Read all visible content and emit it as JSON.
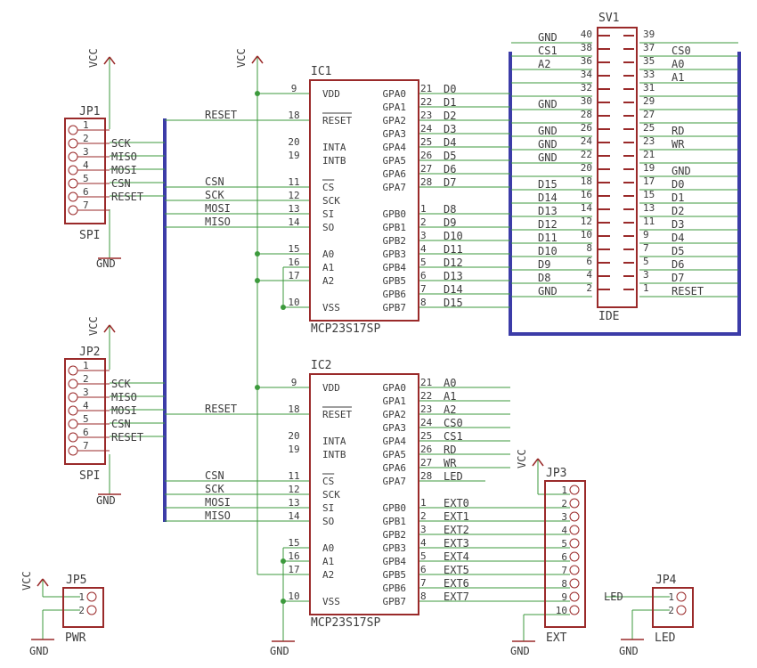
{
  "parts": {
    "jp1": {
      "name": "JP1",
      "label": "SPI",
      "pins": [
        "1",
        "2",
        "3",
        "4",
        "5",
        "6",
        "7"
      ],
      "vcc": "VCC",
      "gnd": "GND"
    },
    "jp2": {
      "name": "JP2",
      "label": "SPI",
      "pins": [
        "1",
        "2",
        "3",
        "4",
        "5",
        "6",
        "7"
      ],
      "vcc": "VCC",
      "gnd": "GND"
    },
    "jp5": {
      "name": "JP5",
      "label": "PWR",
      "pins": [
        "1",
        "2"
      ],
      "vcc": "VCC",
      "gnd": "GND"
    },
    "jp4": {
      "name": "JP4",
      "label": "LED",
      "pins": [
        "1",
        "2"
      ],
      "gnd": "GND",
      "net": "LED"
    },
    "jp3": {
      "name": "JP3",
      "label": "EXT",
      "pins": [
        "1",
        "2",
        "3",
        "4",
        "5",
        "6",
        "7",
        "8",
        "9",
        "10"
      ],
      "vcc": "VCC",
      "gnd": "GND"
    },
    "sv1": {
      "name": "SV1",
      "label": "IDE"
    },
    "ic1": {
      "name": "IC1",
      "part": "MCP23S17SP",
      "vcc": "VCC",
      "gnd": "GND"
    },
    "ic2": {
      "name": "IC2",
      "part": "MCP23S17SP",
      "vcc": "VCC",
      "gnd": "GND"
    }
  },
  "spi_nets": [
    "SCK",
    "MISO",
    "MOSI",
    "CSN",
    "RESET"
  ],
  "ic_left_pins": [
    {
      "num": "9",
      "name": "VDD"
    },
    {
      "num": "18",
      "name": "RESET"
    },
    {
      "num": "20",
      "name": "INTA"
    },
    {
      "num": "19",
      "name": "INTB"
    },
    {
      "num": "11",
      "name": "CS"
    },
    {
      "num": "12",
      "name": "SCK"
    },
    {
      "num": "13",
      "name": "SI"
    },
    {
      "num": "14",
      "name": "SO"
    },
    {
      "num": "15",
      "name": "A0"
    },
    {
      "num": "16",
      "name": "A1"
    },
    {
      "num": "17",
      "name": "A2"
    },
    {
      "num": "10",
      "name": "VSS"
    }
  ],
  "ic_right_pins": [
    {
      "num": "21",
      "name": "GPA0"
    },
    {
      "num": "22",
      "name": "GPA1"
    },
    {
      "num": "23",
      "name": "GPA2"
    },
    {
      "num": "24",
      "name": "GPA3"
    },
    {
      "num": "25",
      "name": "GPA4"
    },
    {
      "num": "26",
      "name": "GPA5"
    },
    {
      "num": "27",
      "name": "GPA6"
    },
    {
      "num": "28",
      "name": "GPA7"
    },
    {
      "num": "1",
      "name": "GPB0"
    },
    {
      "num": "2",
      "name": "GPB1"
    },
    {
      "num": "3",
      "name": "GPB2"
    },
    {
      "num": "4",
      "name": "GPB3"
    },
    {
      "num": "5",
      "name": "GPB4"
    },
    {
      "num": "6",
      "name": "GPB5"
    },
    {
      "num": "7",
      "name": "GPB6"
    },
    {
      "num": "8",
      "name": "GPB7"
    }
  ],
  "ic1_left_nets": [
    "RESET",
    "CSN",
    "SCK",
    "MOSI",
    "MISO"
  ],
  "ic1_right_nets": [
    "D0",
    "D1",
    "D2",
    "D3",
    "D4",
    "D5",
    "D6",
    "D7",
    "D8",
    "D9",
    "D10",
    "D11",
    "D12",
    "D13",
    "D14",
    "D15"
  ],
  "ic2_left_nets": [
    "RESET",
    "CSN",
    "SCK",
    "MOSI",
    "MISO"
  ],
  "ic2_right_nets": [
    "A0",
    "A1",
    "A2",
    "CS0",
    "CS1",
    "RD",
    "WR",
    "LED",
    "EXT0",
    "EXT1",
    "EXT2",
    "EXT3",
    "EXT4",
    "EXT5",
    "EXT6",
    "EXT7"
  ],
  "ide_rows": [
    {
      "lnet": "GND",
      "lpin": "40",
      "rpin": "39",
      "rnet": ""
    },
    {
      "lnet": "CS1",
      "lpin": "38",
      "rpin": "37",
      "rnet": "CS0"
    },
    {
      "lnet": "A2",
      "lpin": "36",
      "rpin": "35",
      "rnet": "A0"
    },
    {
      "lnet": "",
      "lpin": "34",
      "rpin": "33",
      "rnet": "A1"
    },
    {
      "lnet": "",
      "lpin": "32",
      "rpin": "31",
      "rnet": ""
    },
    {
      "lnet": "GND",
      "lpin": "30",
      "rpin": "29",
      "rnet": ""
    },
    {
      "lnet": "",
      "lpin": "28",
      "rpin": "27",
      "rnet": ""
    },
    {
      "lnet": "GND",
      "lpin": "26",
      "rpin": "25",
      "rnet": "RD"
    },
    {
      "lnet": "GND",
      "lpin": "24",
      "rpin": "23",
      "rnet": "WR"
    },
    {
      "lnet": "GND",
      "lpin": "22",
      "rpin": "21",
      "rnet": ""
    },
    {
      "lnet": "",
      "lpin": "20",
      "rpin": "19",
      "rnet": "GND"
    },
    {
      "lnet": "D15",
      "lpin": "18",
      "rpin": "17",
      "rnet": "D0"
    },
    {
      "lnet": "D14",
      "lpin": "16",
      "rpin": "15",
      "rnet": "D1"
    },
    {
      "lnet": "D13",
      "lpin": "14",
      "rpin": "13",
      "rnet": "D2"
    },
    {
      "lnet": "D12",
      "lpin": "12",
      "rpin": "11",
      "rnet": "D3"
    },
    {
      "lnet": "D11",
      "lpin": "10",
      "rpin": "9",
      "rnet": "D4"
    },
    {
      "lnet": "D10",
      "lpin": "8",
      "rpin": "7",
      "rnet": "D5"
    },
    {
      "lnet": "D9",
      "lpin": "6",
      "rpin": "5",
      "rnet": "D6"
    },
    {
      "lnet": "D8",
      "lpin": "4",
      "rpin": "3",
      "rnet": "D7"
    },
    {
      "lnet": "GND",
      "lpin": "2",
      "rpin": "1",
      "rnet": "RESET"
    }
  ]
}
